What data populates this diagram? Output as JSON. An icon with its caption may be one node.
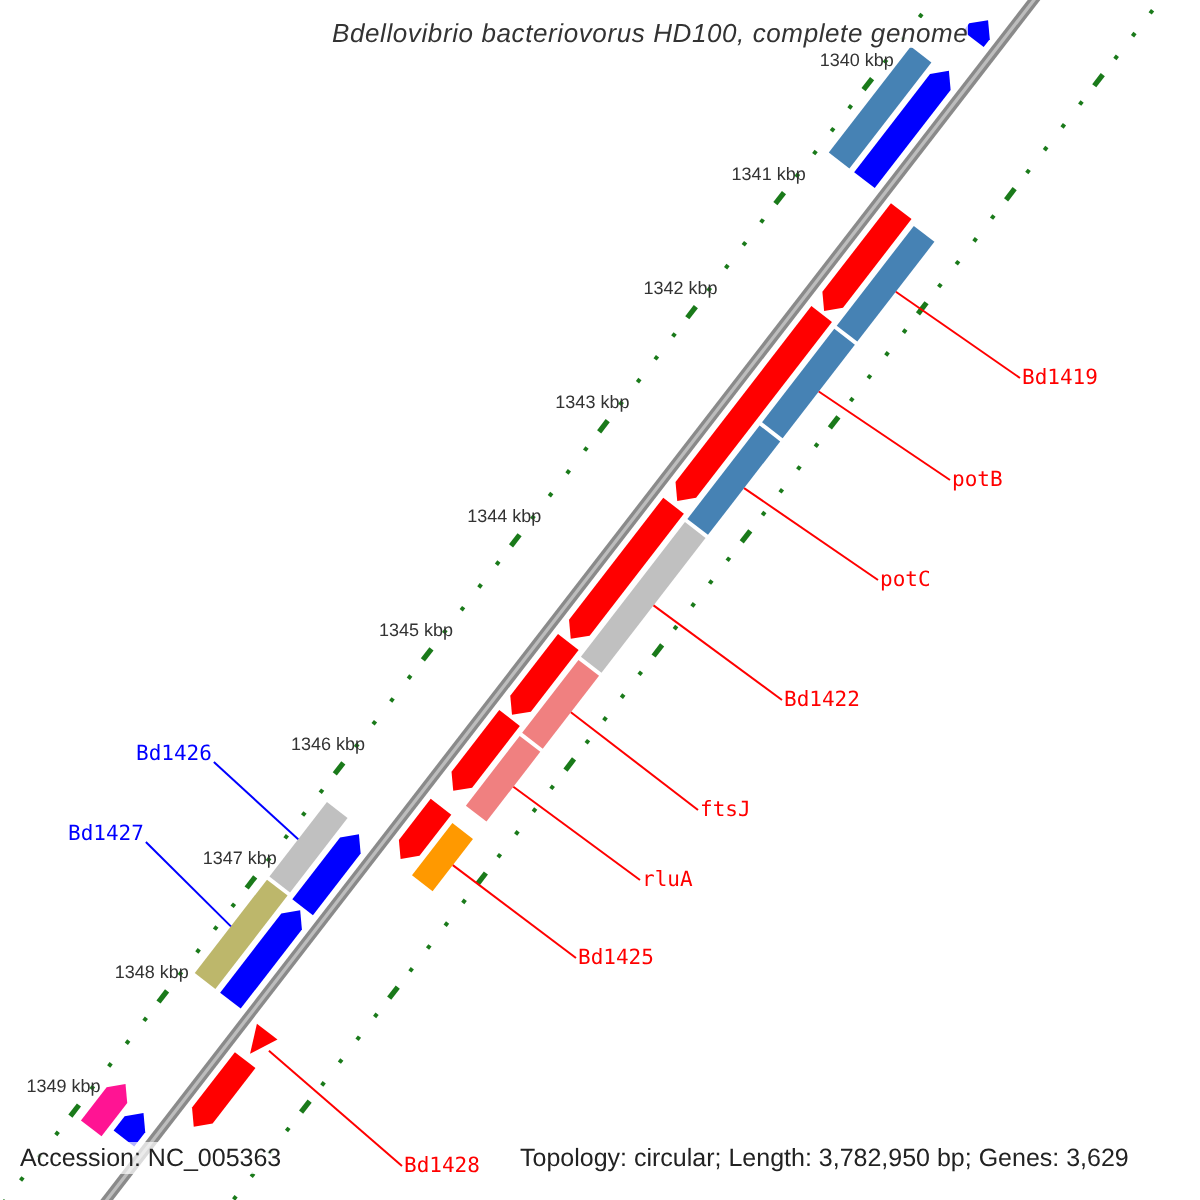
{
  "diagram": {
    "title": "Bdellovibrio bacteriovorus HD100, complete genome",
    "nodes": [
      {
        "text": [
          "Bd1419"
        ]
      },
      {
        "text": [
          "potB"
        ]
      },
      {
        "text": [
          "potC"
        ]
      },
      {
        "text": [
          "Bd1422"
        ]
      },
      {
        "text": [
          "ftsJ"
        ]
      },
      {
        "text": [
          "rluA"
        ]
      },
      {
        "text": [
          "Bd1425"
        ]
      },
      {
        "text": [
          "Bd1426"
        ]
      },
      {
        "text": [
          "Bd1427"
        ]
      },
      {
        "text": [
          "Bd1428"
        ]
      },
      {
        "text": [],
        "shape": "bar"
      },
      {
        "text": [],
        "shape": "bar"
      },
      {
        "text": [],
        "shape": "bar"
      },
      {
        "text": [],
        "shape": "bar"
      },
      {
        "text": [],
        "shape": "bar"
      },
      {
        "text": [],
        "shape": "bar"
      },
      {
        "text": [],
        "shape": "bar"
      },
      {
        "text": [],
        "shape": "bar"
      },
      {
        "text": [],
        "shape": "bar"
      },
      {
        "text": [],
        "shape": "triangle"
      },
      {
        "text": [],
        "shape": "arrow"
      },
      {
        "text": [],
        "shape": "bar"
      },
      {
        "text": [],
        "shape": "arrow"
      },
      {
        "text": [],
        "shape": "arrow"
      },
      {
        "text": [],
        "shape": "arrow"
      },
      {
        "text": [],
        "shape": "arrow"
      },
      {
        "text": [],
        "shape": "arrow"
      },
      {
        "text": [],
        "shape": "arrow"
      },
      {
        "text": [],
        "shape": "arrow"
      },
      {
        "text": [],
        "shape": "arrow"
      },
      {
        "text": [],
        "shape": "arrow"
      },
      {
        "text": [],
        "shape": "arrow"
      },
      {
        "text": [],
        "shape": "arrow"
      },
      {
        "text": [],
        "shape": "arrow"
      }
    ],
    "edges": [
      {
        "from": 0,
        "to": 10,
        "arrow": "none"
      },
      {
        "from": 1,
        "to": 11,
        "arrow": "none"
      },
      {
        "from": 2,
        "to": 12,
        "arrow": "none"
      },
      {
        "from": 3,
        "to": 13,
        "arrow": "none"
      },
      {
        "from": 4,
        "to": 14,
        "arrow": "none"
      },
      {
        "from": 5,
        "to": 15,
        "arrow": "none"
      },
      {
        "from": 6,
        "to": 16,
        "arrow": "none"
      },
      {
        "from": 7,
        "to": 17,
        "arrow": "none",
        "color": "#0000ff"
      },
      {
        "from": 8,
        "to": 18,
        "arrow": "none",
        "color": "#0000ff"
      },
      {
        "from": 9,
        "to": 19,
        "arrow": "none"
      }
    ],
    "labels": [
      "1340 kbp",
      "1341 kbp",
      "1342 kbp",
      "1343 kbp",
      "1344 kbp",
      "1345 kbp",
      "1346 kbp",
      "1347 kbp",
      "1348 kbp",
      "1349 kbp",
      "Accession: NC_005363",
      "Topology: circular; Length: 3,782,950 bp; Genes: 3,629"
    ]
  }
}
